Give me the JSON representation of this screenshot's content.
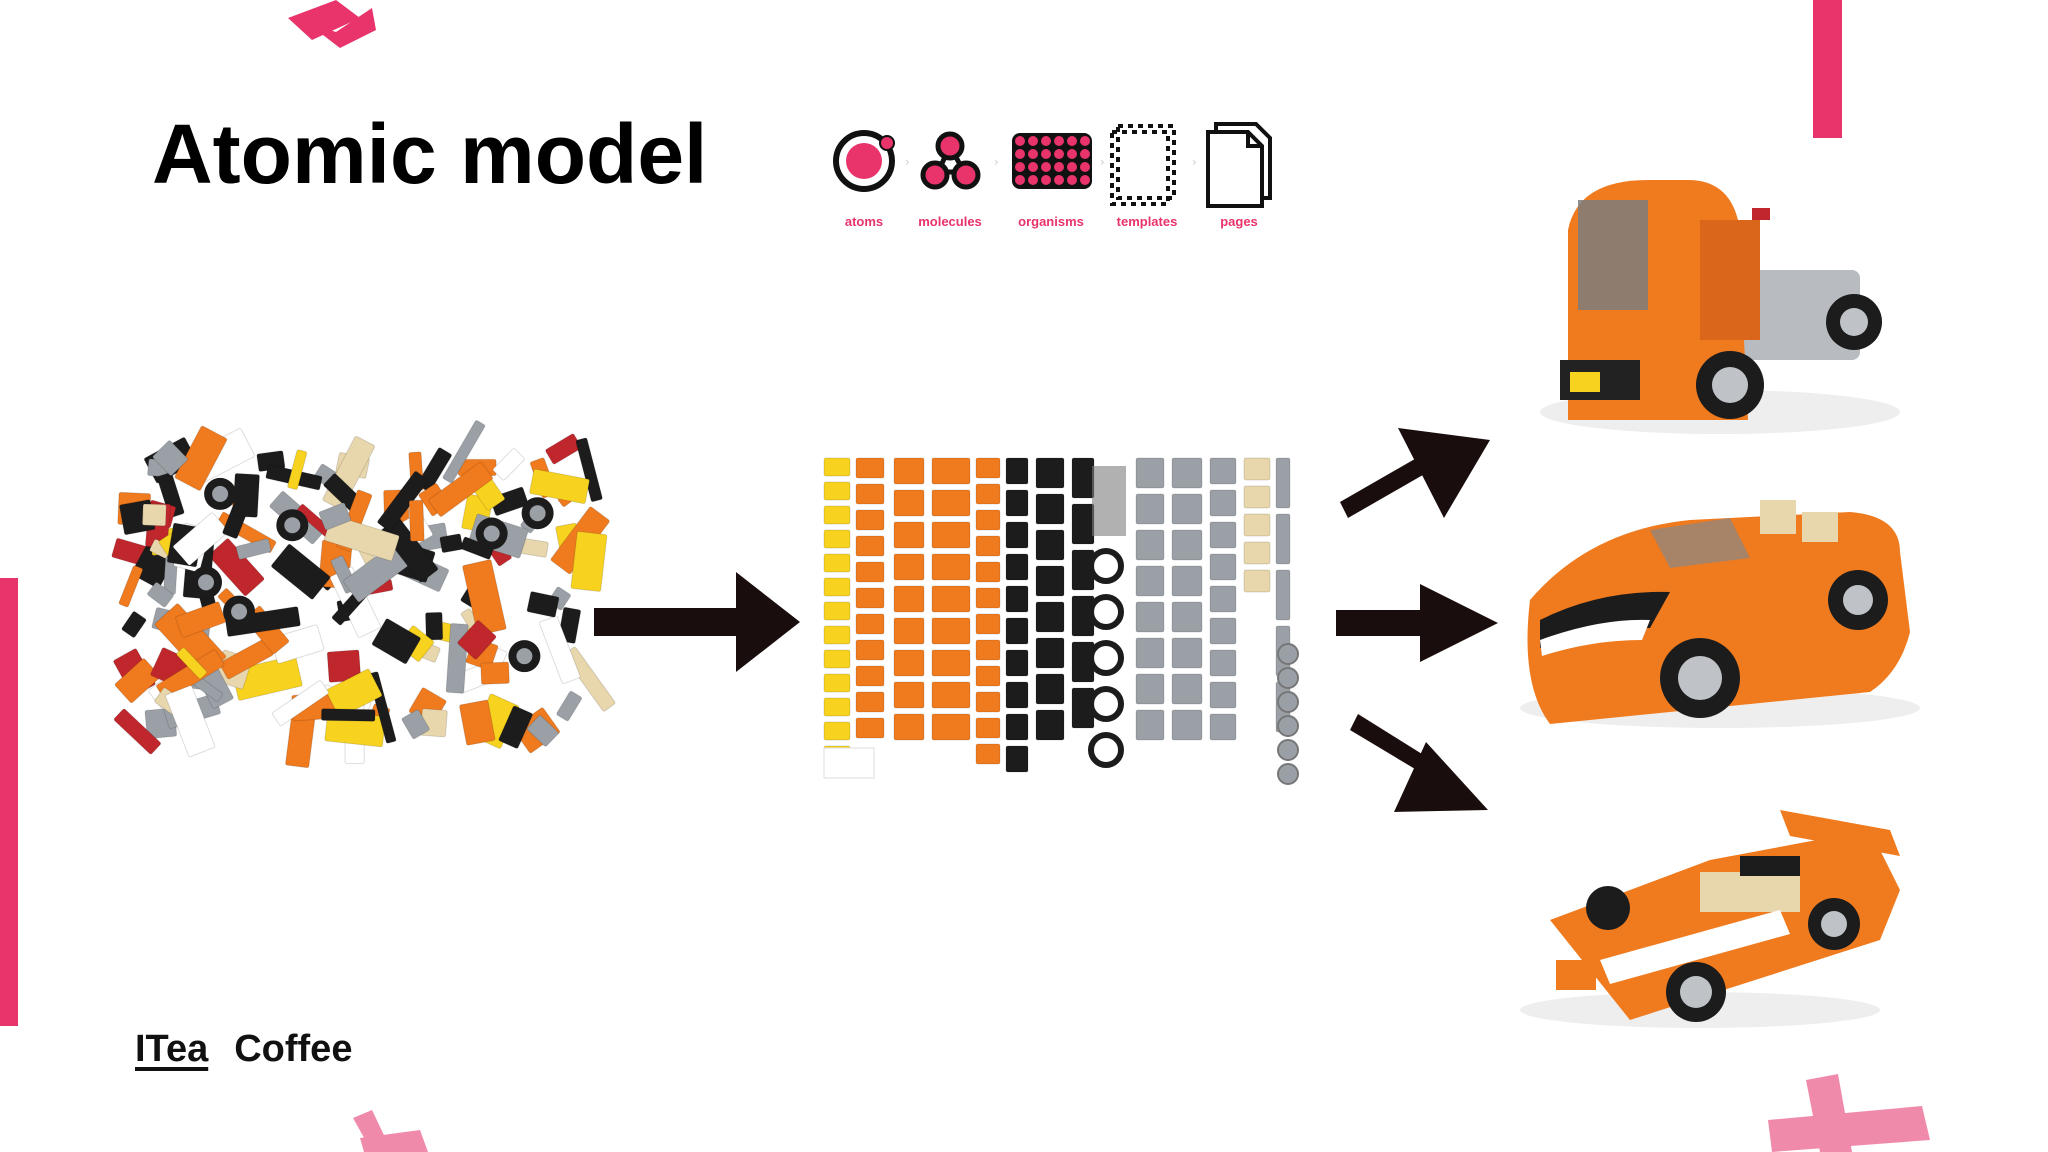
{
  "slide": {
    "title": "Atomic model",
    "brand_left": "ITea",
    "brand_right": "Coffee"
  },
  "atomic_steps": [
    {
      "label": "atoms",
      "icon": "atom-icon"
    },
    {
      "label": "molecules",
      "icon": "molecule-icon"
    },
    {
      "label": "organisms",
      "icon": "organism-icon"
    },
    {
      "label": "templates",
      "icon": "template-icon"
    },
    {
      "label": "pages",
      "icon": "page-icon"
    }
  ],
  "colors": {
    "accent": "#e8336b",
    "accent_light": "#f08aab",
    "lego_orange": "#f07a1e",
    "lego_black": "#1c1c1c",
    "lego_grey": "#9aa0a6",
    "lego_tan": "#e8d6ac",
    "arrow": "#1a0d0d"
  }
}
